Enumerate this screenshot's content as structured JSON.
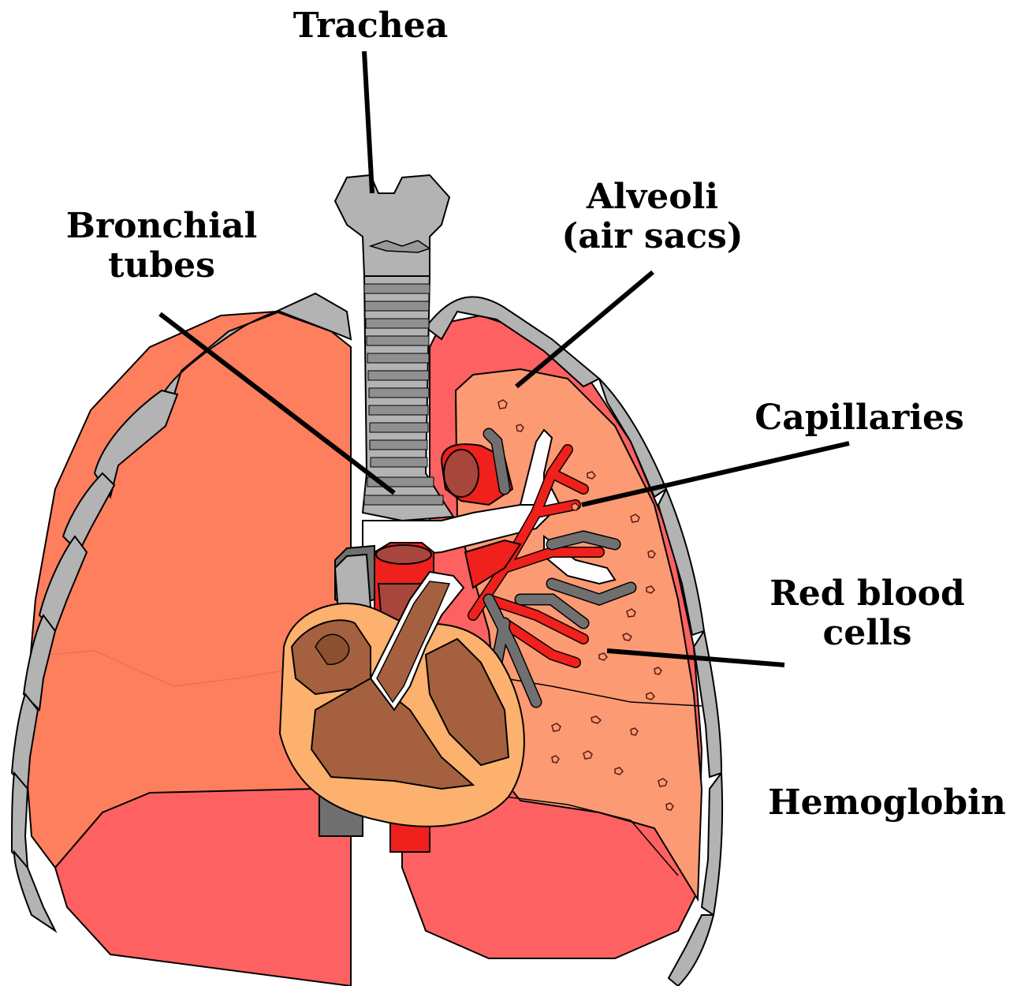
{
  "labels": {
    "trachea": "Trachea",
    "bronchial_line1": "Bronchial",
    "bronchial_line2": "tubes",
    "alveoli_line1": "Alveoli",
    "alveoli_line2": "(air sacs)",
    "capillaries": "Capillaries",
    "rbc_line1": "Red blood",
    "rbc_line2": "cells",
    "hemoglobin": "Hemoglobin"
  },
  "colors": {
    "lung_left": "#fd7f5e",
    "lung_lower": "#fd6161",
    "lung_section": "#fc9a74",
    "cartilage_gray": "#b3b3b3",
    "dark_gray": "#707070",
    "vessel_red": "#f0201c",
    "heart_wall": "#fcb16f",
    "heart_muscle": "#a5613f",
    "heart_inner": "#8a5030",
    "aorta_inner": "#a8463d"
  }
}
